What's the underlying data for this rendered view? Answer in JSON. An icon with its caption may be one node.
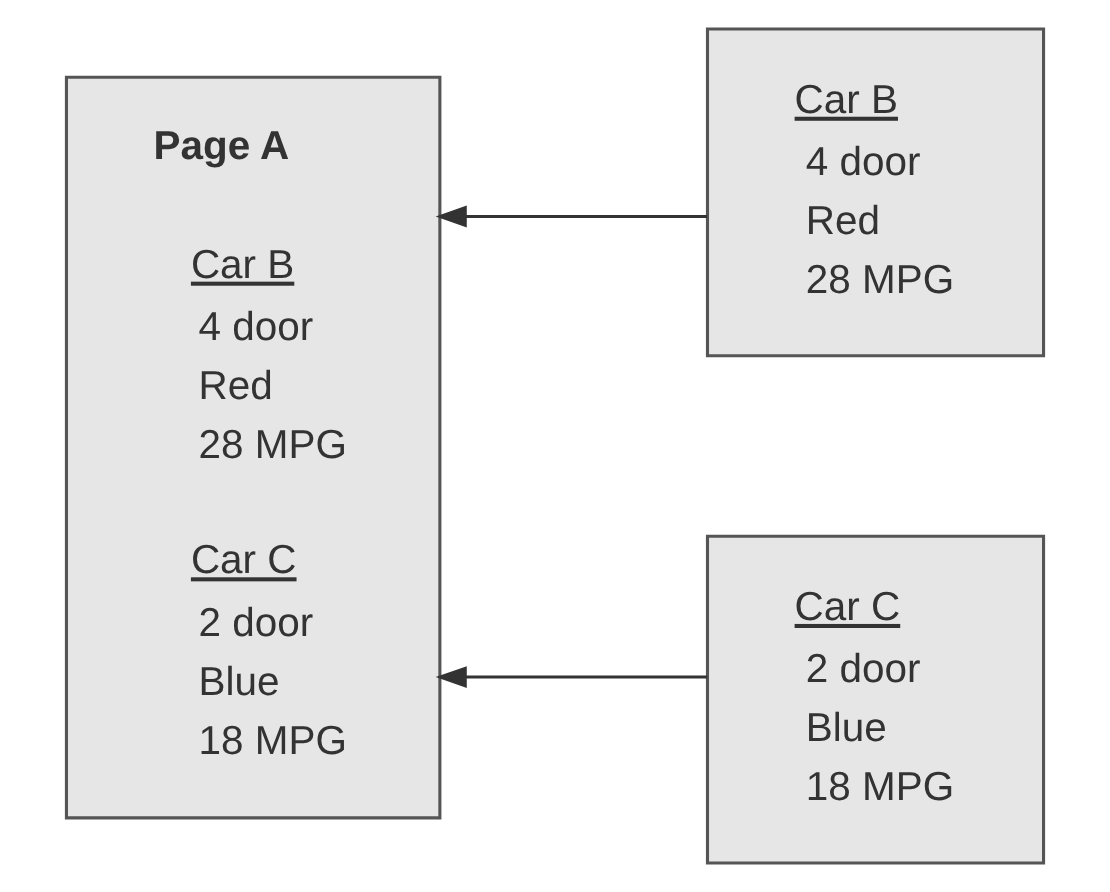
{
  "diagram": {
    "nodes": [
      {
        "text": [
          "Page A",
          "Car B",
          "4 door",
          "Red",
          "28 MPG",
          "Car C",
          "2 door",
          "Blue",
          "18 MPG"
        ]
      },
      {
        "text": [
          "Car B",
          "4 door",
          "Red",
          "28 MPG"
        ]
      },
      {
        "text": [
          "Car C",
          "2 door",
          "Blue",
          "18 MPG"
        ]
      }
    ],
    "edges": [
      {
        "from": 1,
        "to": 0,
        "arrow": "to"
      },
      {
        "from": 2,
        "to": 0,
        "arrow": "to"
      }
    ]
  }
}
